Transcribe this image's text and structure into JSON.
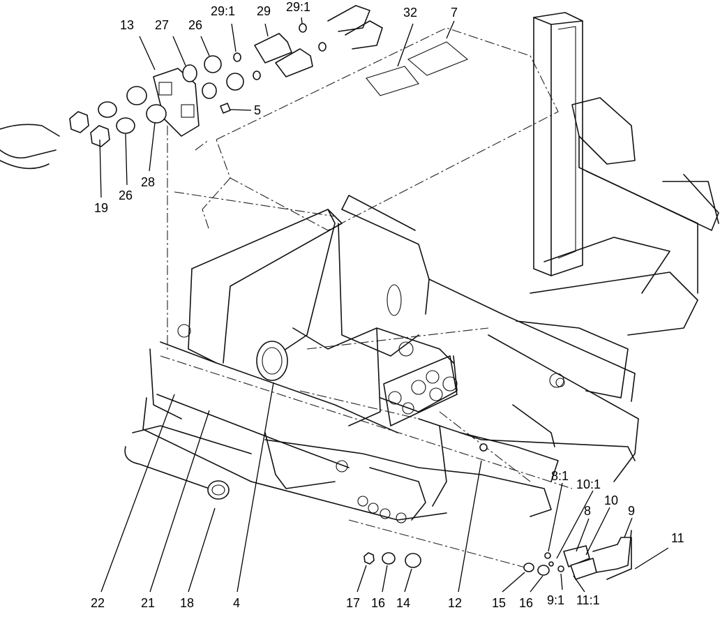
{
  "callouts": [
    {
      "id": "c13",
      "text": "13"
    },
    {
      "id": "c27",
      "text": "27"
    },
    {
      "id": "c26a",
      "text": "26"
    },
    {
      "id": "c29_1a",
      "text": "29:1"
    },
    {
      "id": "c29",
      "text": "29"
    },
    {
      "id": "c29_1b",
      "text": "29:1"
    },
    {
      "id": "c32",
      "text": "32"
    },
    {
      "id": "c7",
      "text": "7"
    },
    {
      "id": "c5",
      "text": "5"
    },
    {
      "id": "c19",
      "text": "19"
    },
    {
      "id": "c26b",
      "text": "26"
    },
    {
      "id": "c28",
      "text": "28"
    },
    {
      "id": "c8_1",
      "text": "8:1"
    },
    {
      "id": "c10_1",
      "text": "10:1"
    },
    {
      "id": "c8",
      "text": "8"
    },
    {
      "id": "c10",
      "text": "10"
    },
    {
      "id": "c9",
      "text": "9"
    },
    {
      "id": "c11",
      "text": "11"
    },
    {
      "id": "c22",
      "text": "22"
    },
    {
      "id": "c21",
      "text": "21"
    },
    {
      "id": "c18",
      "text": "18"
    },
    {
      "id": "c4",
      "text": "4"
    },
    {
      "id": "c17",
      "text": "17"
    },
    {
      "id": "c16a",
      "text": "16"
    },
    {
      "id": "c14",
      "text": "14"
    },
    {
      "id": "c12",
      "text": "12"
    },
    {
      "id": "c15",
      "text": "15"
    },
    {
      "id": "c16b",
      "text": "16"
    },
    {
      "id": "c9_1",
      "text": "9:1"
    },
    {
      "id": "c11_1",
      "text": "11:1"
    }
  ]
}
